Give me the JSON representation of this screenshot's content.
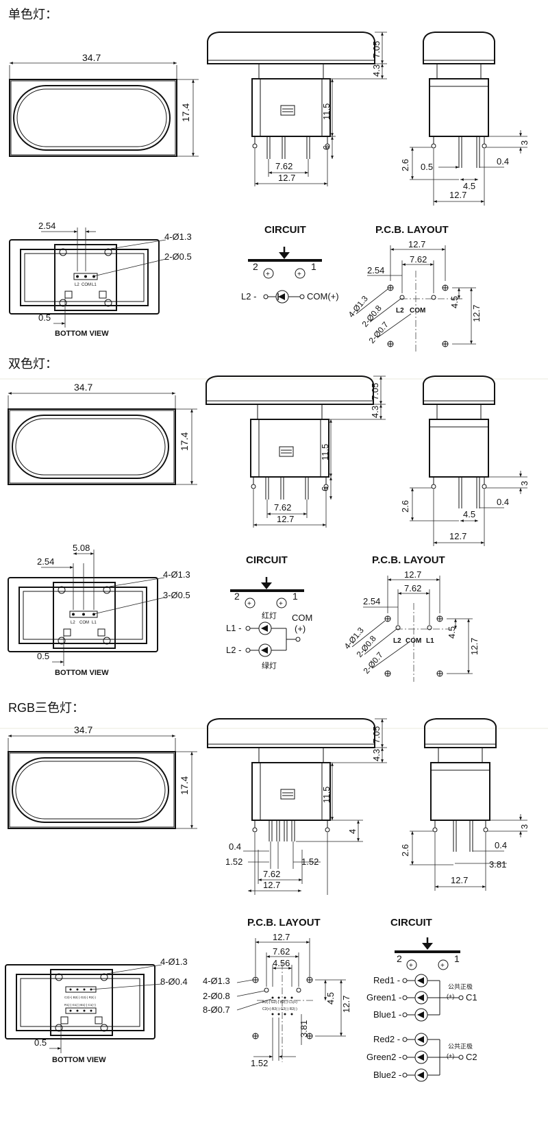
{
  "sections": [
    {
      "title": "单色灯：",
      "top": {
        "front_dims": {
          "width": "34.7",
          "height": "17.4"
        },
        "side_dims": {
          "cap": "7.05",
          "collar": "4.3",
          "body": "11.5",
          "pin": "6",
          "pin_spacing": "7.62",
          "width": "12.7"
        },
        "end_dims": {
          "pin": "3",
          "height": "2.6",
          "pin_thick": "0.5",
          "pin_w": "0.4",
          "pin_off": "4.5",
          "width": "12.7"
        }
      },
      "bottom": {
        "dims": {
          "pitch": "2.54",
          "mount_holes": "4-Ø1.3",
          "pin_holes": "2-Ø0.5",
          "edge": "0.5"
        },
        "pin_labels": [
          "L2",
          "COM",
          "L1"
        ],
        "bottom_label": "BOTTOM VIEW"
      },
      "circuit": {
        "title": "CIRCUIT",
        "pin_left": "2",
        "pin_right": "1",
        "led_left": "L2 -",
        "led_right": "COM(+)"
      },
      "pcb": {
        "title": "P.C.B. LAYOUT",
        "d1": "12.7",
        "d2": "7.62",
        "d3": "2.54",
        "d4": "4.5",
        "d5": "12.7",
        "h1": "4-Ø1.3",
        "h2": "2-Ø0.8",
        "h3": "2-Ø0.7",
        "labels": [
          "L2",
          "COM"
        ]
      }
    },
    {
      "title": "双色灯：",
      "top": {
        "front_dims": {
          "width": "34.7",
          "height": "17.4"
        },
        "side_dims": {
          "cap": "7.05",
          "collar": "4.3",
          "body": "11.5",
          "pin": "6",
          "pin_spacing": "7.62",
          "width": "12.7"
        },
        "end_dims": {
          "pin": "3",
          "height": "2.6",
          "pin_w": "0.4",
          "pin_off": "4.5",
          "width": "12.7"
        }
      },
      "bottom": {
        "dims": {
          "pitch": "2.54",
          "pitch2": "5.08",
          "mount_holes": "4-Ø1.3",
          "pin_holes": "3-Ø0.5",
          "edge": "0.5"
        },
        "pin_labels": [
          "L2",
          "COM",
          "L1"
        ],
        "bottom_label": "BOTTOM VIEW"
      },
      "circuit": {
        "title": "CIRCUIT",
        "pin_left": "2",
        "pin_right": "1",
        "red_label": "红灯",
        "green_label": "绿灯",
        "l1": "L1 -",
        "l2": "L2 -",
        "com": "COM",
        "plus": "(+)"
      },
      "pcb": {
        "title": "P.C.B. LAYOUT",
        "d1": "12.7",
        "d2": "7.62",
        "d3": "2.54",
        "d4": "4.5",
        "d5": "12.7",
        "h1": "4-Ø1.3",
        "h2": "2-Ø0.8",
        "h3": "2-Ø0.7",
        "labels": [
          "L2",
          "COM",
          "L1"
        ]
      }
    },
    {
      "title": "RGB三色灯：",
      "top": {
        "front_dims": {
          "width": "34.7",
          "height": "17.4"
        },
        "side_dims": {
          "cap": "7.05",
          "collar": "4.3",
          "body": "11.5",
          "pin": "4",
          "pin_w": "0.4",
          "pitch_l": "1.52",
          "pitch_r": "1.52",
          "pin_spacing": "7.62",
          "width": "12.7"
        },
        "end_dims": {
          "pin": "3",
          "height": "2.6",
          "pin_w": "0.4",
          "pin_off": "3.81",
          "width": "12.7"
        }
      },
      "bottom": {
        "dims": {
          "mount_holes": "4-Ø1.3",
          "pin_holes": "8-Ø0.4",
          "edge": "0.5"
        },
        "pin_row1": "C2(+) B2(-) G2(-) R2(-)",
        "pin_row2": "R1(-) G1(-) B1(-) C1(+)",
        "bottom_label": "BOTTOM VIEW"
      },
      "pcb": {
        "title": "P.C.B. LAYOUT",
        "d1": "12.7",
        "d2": "7.62",
        "d3": "4.56",
        "d4": "4.5",
        "d5": "12.7",
        "d6": "3.81",
        "d7": "1.52",
        "h1": "4-Ø1.3",
        "h2": "2-Ø0.8",
        "h3": "8-Ø0.7",
        "row1": "R2(-) G2(-) B2(-) C1(+)",
        "row2": "C2(+) B2(-) G2(-) R2(-)"
      },
      "circuit": {
        "title": "CIRCUIT",
        "pin_left": "2",
        "pin_right": "1",
        "leds": [
          "Red1 -",
          "Green1 -",
          "Blue1 -",
          "Red2 -",
          "Green2 -",
          "Blue2 -"
        ],
        "common": "公共正极",
        "plus": "(+)",
        "c1": "C1",
        "c2": "C2"
      }
    }
  ]
}
